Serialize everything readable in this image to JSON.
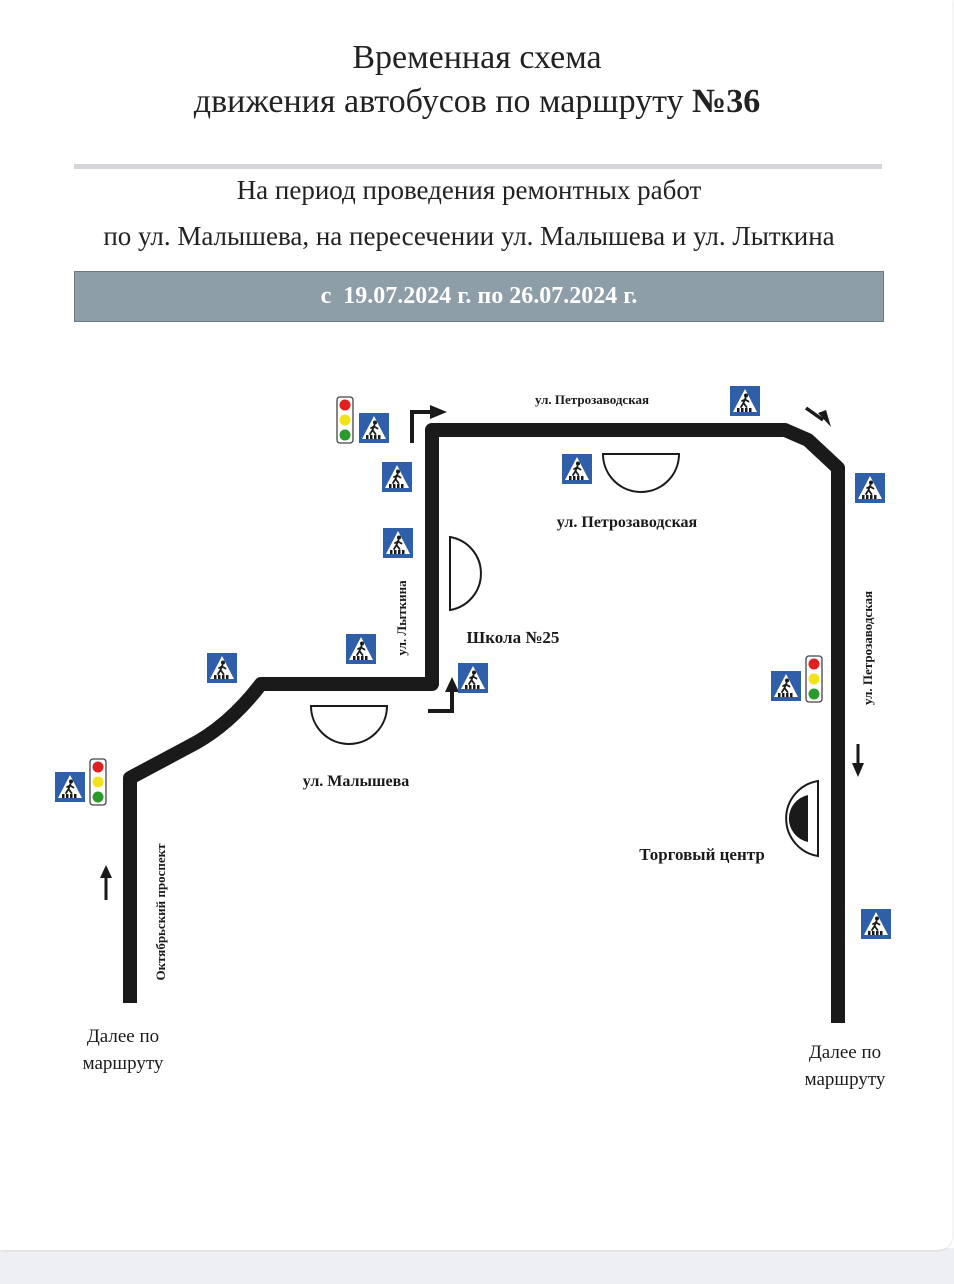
{
  "header": {
    "title_line1": "Временная схема",
    "title_line2_prefix": "движения автобусов по маршруту ",
    "route_number": "№36",
    "subtitle_line1": "На период проведения ремонтных работ",
    "subtitle_line2": "по ул. Малышева, на пересечении ул. Малышева и  ул. Лыткина",
    "date_range": "с  19.07.2024 г. по 26.07.2024 г."
  },
  "labels": {
    "street_petrozavodskaya_top": "ул. Петрозаводская",
    "street_petrozavodskaya_mid": "ул. Петрозаводская",
    "street_petrozavodskaya_vertical": "ул. Петрозаводская",
    "street_lytkina": "ул. Лыткина",
    "street_malysheva": "ул. Малышева",
    "street_oktyabrsky": "Октябрьский проспект",
    "school": "Школа №25",
    "shopping_center": "Торговый центр",
    "continue_left_line1": "Далее по",
    "continue_left_line2": "маршруту",
    "continue_right_line1": "Далее по",
    "continue_right_line2": "маршруту"
  },
  "colors": {
    "route_line": "#1a1a1a",
    "crossing_sign_blue": "#2f5fa8",
    "light_red": "#e02020",
    "light_yellow": "#f2e21a",
    "light_green": "#2a9a2a",
    "date_bar_bg": "#8e9ea8"
  },
  "icons": {
    "crossing": "pedestrian-crossing-sign-icon",
    "traffic_light": "traffic-light-icon",
    "stop": "bus-stop-half-circle-icon",
    "arrow": "direction-arrow-icon"
  }
}
